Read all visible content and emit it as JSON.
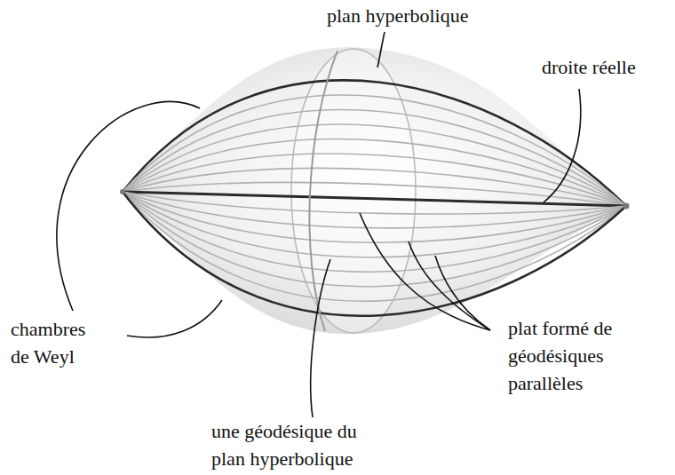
{
  "diagram": {
    "labels": [
      "plan hyperbolique",
      "droite réelle",
      "chambres de Weyl",
      "plat formé de géodésiques parallèles",
      "une géodésique du plan hyperbolique"
    ]
  }
}
